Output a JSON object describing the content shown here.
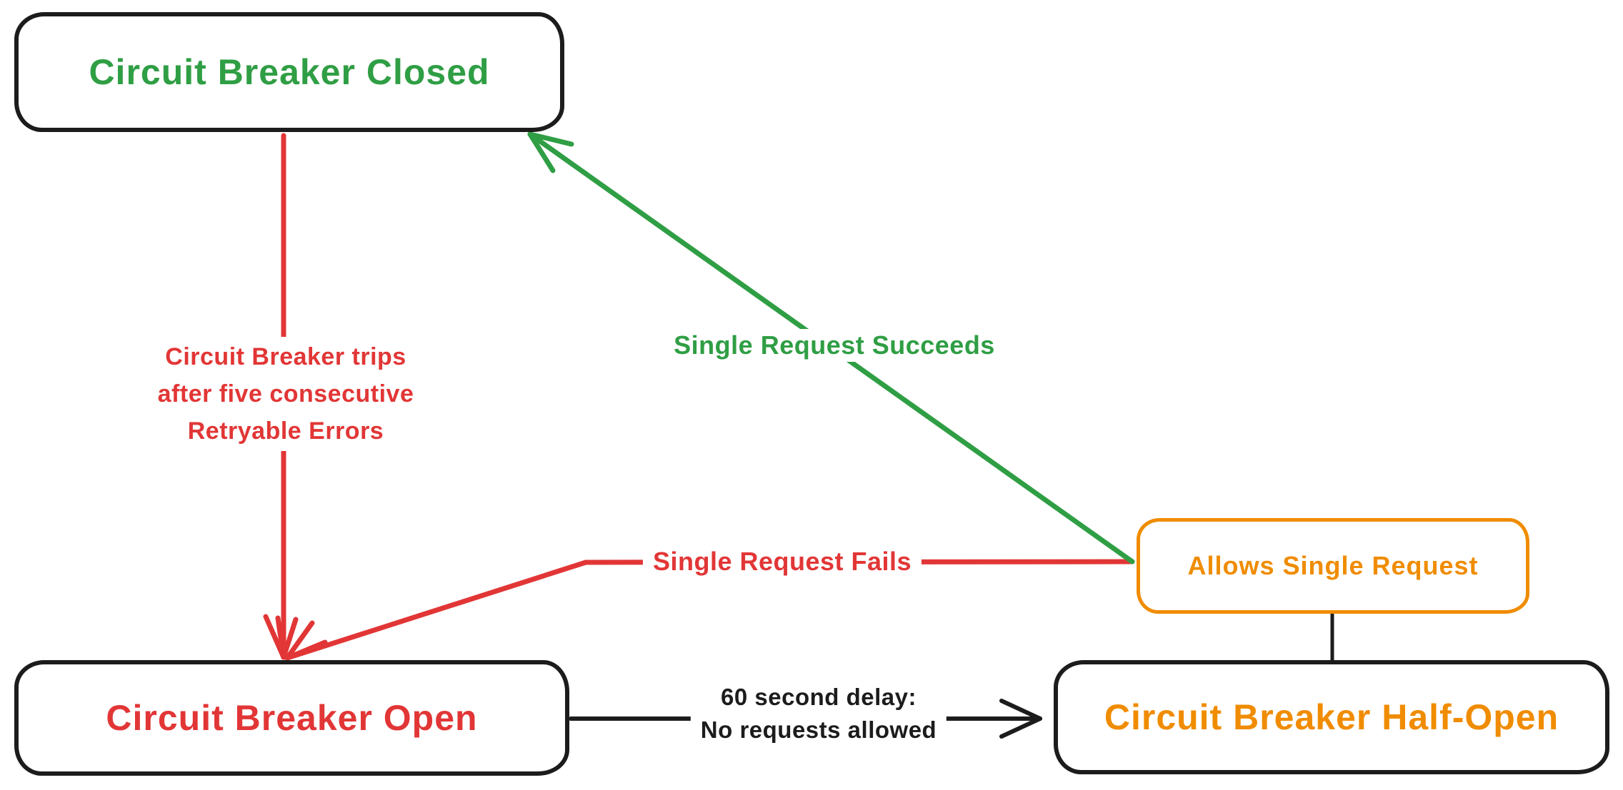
{
  "colors": {
    "green": "#2f9e44",
    "red": "#e23636",
    "orange": "#f08c00",
    "black": "#1c1c1c"
  },
  "nodes": {
    "closed": {
      "label": "Circuit Breaker Closed"
    },
    "open": {
      "label": "Circuit Breaker Open"
    },
    "half_open": {
      "label": "Circuit Breaker Half-Open"
    },
    "allows": {
      "label": "Allows Single Request"
    }
  },
  "edges": {
    "trips": {
      "lines": [
        "Circuit Breaker trips",
        "after five consecutive",
        "Retryable Errors"
      ]
    },
    "succeeds": {
      "label": "Single Request Succeeds"
    },
    "fails": {
      "label": "Single Request Fails"
    },
    "delay": {
      "lines": [
        "60 second delay:",
        "No requests allowed"
      ]
    }
  }
}
